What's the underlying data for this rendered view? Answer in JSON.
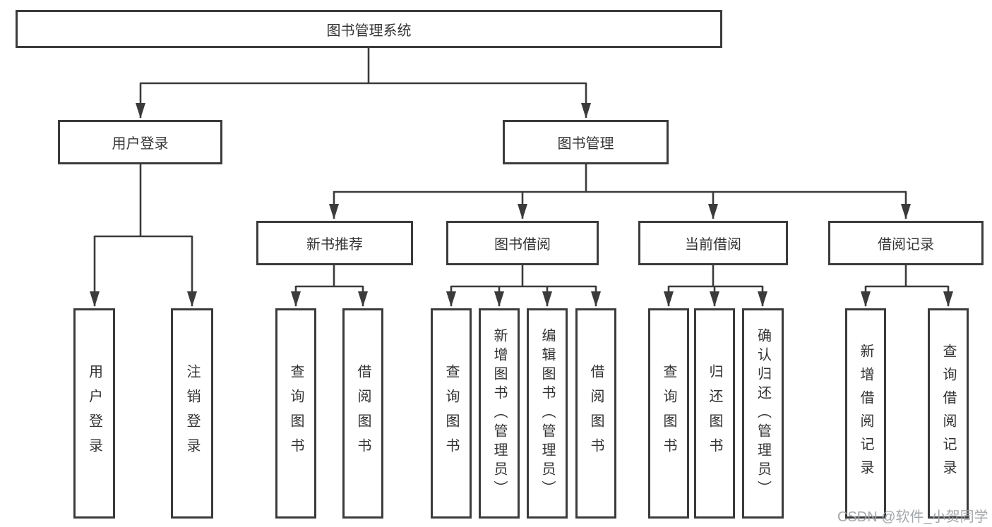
{
  "tree": {
    "root": "图书管理系统",
    "branches": [
      {
        "label": "用户登录",
        "children": [
          "用户登录",
          "注销登录"
        ]
      },
      {
        "label": "图书管理",
        "sections": [
          {
            "label": "新书推荐",
            "children": [
              "查询图书",
              "借阅图书"
            ]
          },
          {
            "label": "图书借阅",
            "children": [
              "查询图书",
              "新增图书（管理员）",
              "编辑图书（管理员）",
              "借阅图书"
            ]
          },
          {
            "label": "当前借阅",
            "children": [
              "查询图书",
              "归还图书",
              "确认归还（管理员）"
            ]
          },
          {
            "label": "借阅记录",
            "children": [
              "新增借阅记录",
              "查询借阅记录"
            ]
          }
        ]
      }
    ]
  },
  "watermark": {
    "text": "CSDN @软件_小贺同学"
  },
  "colors": {
    "line": "#3b3b3b",
    "text": "#333333",
    "watermark": "#9ea2a7",
    "background": "#ffffff"
  }
}
